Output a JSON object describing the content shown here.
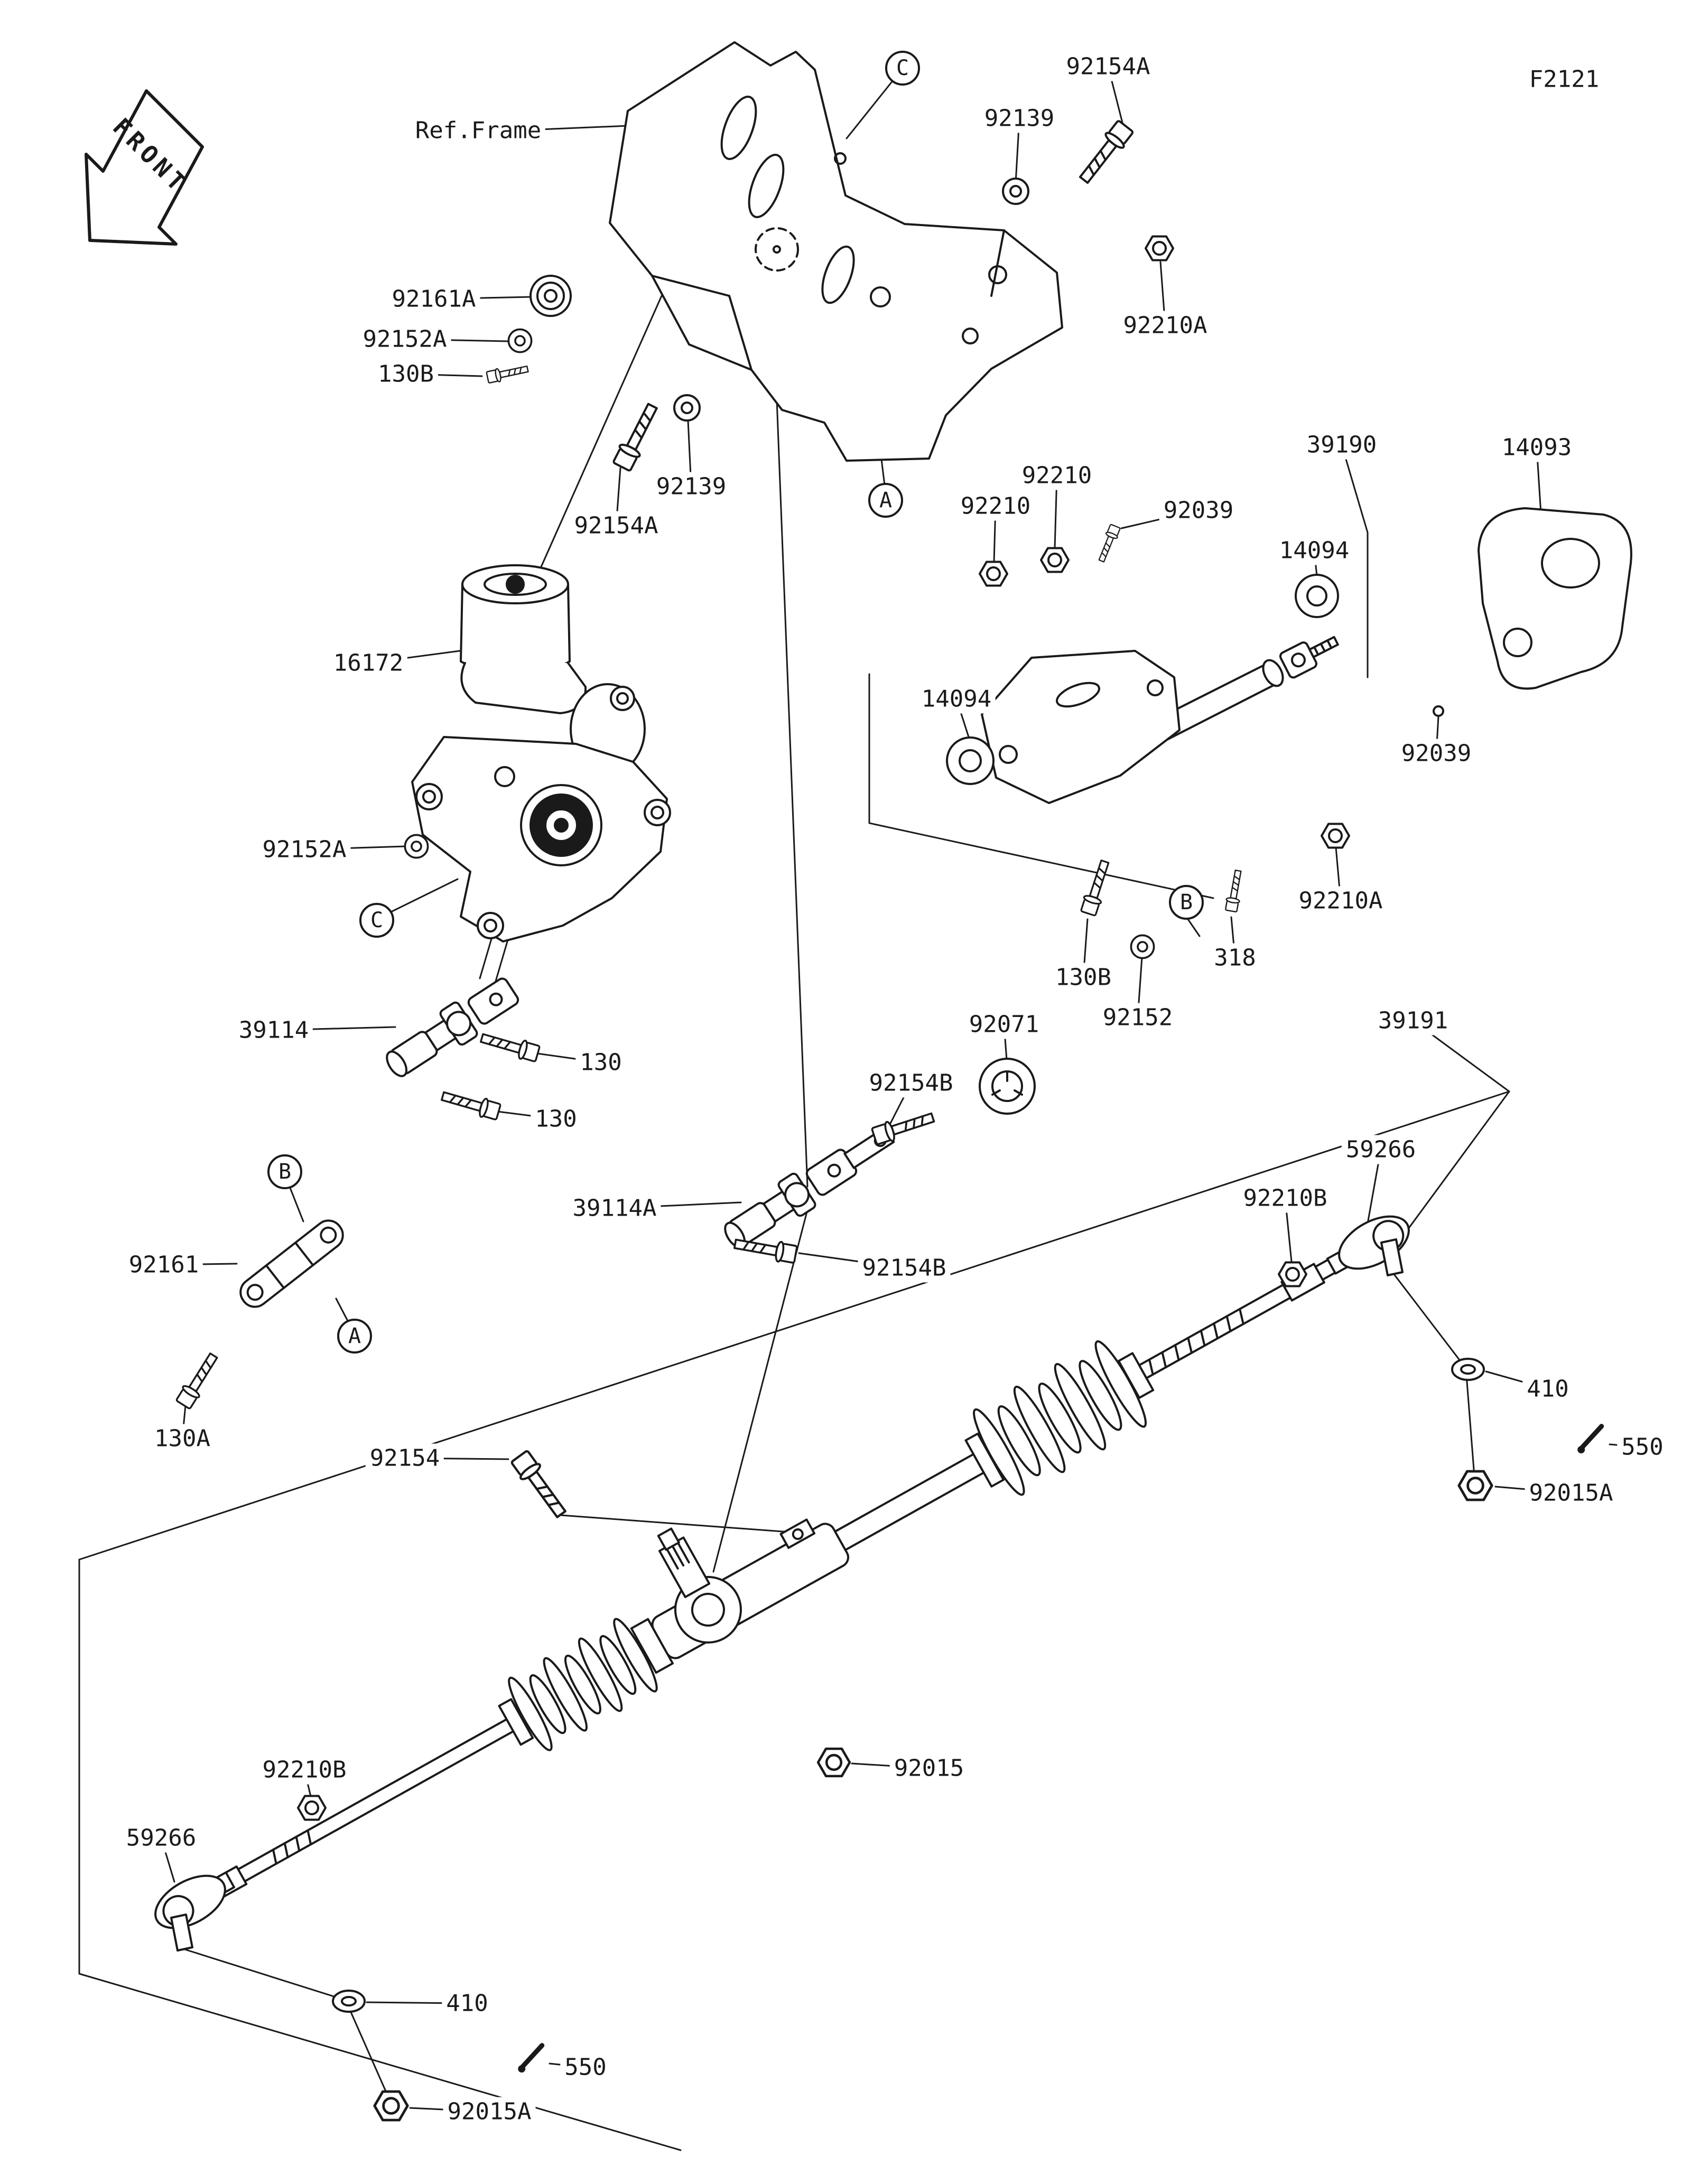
{
  "meta": {
    "page_code": "F2121",
    "front_label": "FRONT"
  },
  "labels": [
    {
      "text": "F2121"
    },
    {
      "text": "92154A"
    },
    {
      "text": "92139"
    },
    {
      "text": "Ref.Frame"
    },
    {
      "text": "92161A"
    },
    {
      "text": "92152A"
    },
    {
      "text": "130B"
    },
    {
      "text": "92210A"
    },
    {
      "text": "92139"
    },
    {
      "text": "92154A"
    },
    {
      "text": "39190"
    },
    {
      "text": "14093"
    },
    {
      "text": "92210"
    },
    {
      "text": "92210"
    },
    {
      "text": "92039"
    },
    {
      "text": "14094"
    },
    {
      "text": "16172"
    },
    {
      "text": "14094"
    },
    {
      "text": "92039"
    },
    {
      "text": "92152A"
    },
    {
      "text": "92210A"
    },
    {
      "text": "130B"
    },
    {
      "text": "318"
    },
    {
      "text": "92152"
    },
    {
      "text": "39114"
    },
    {
      "text": "130"
    },
    {
      "text": "130"
    },
    {
      "text": "92071"
    },
    {
      "text": "92154B"
    },
    {
      "text": "39191"
    },
    {
      "text": "59266"
    },
    {
      "text": "92210B"
    },
    {
      "text": "39114A"
    },
    {
      "text": "92161"
    },
    {
      "text": "92154B"
    },
    {
      "text": "130A"
    },
    {
      "text": "92154"
    },
    {
      "text": "410"
    },
    {
      "text": "550"
    },
    {
      "text": "92015A"
    },
    {
      "text": "92210B"
    },
    {
      "text": "92015"
    },
    {
      "text": "59266"
    },
    {
      "text": "410"
    },
    {
      "text": "550"
    },
    {
      "text": "92015A"
    }
  ],
  "balloons": [
    {
      "letter": "C"
    },
    {
      "letter": "A"
    },
    {
      "letter": "C"
    },
    {
      "letter": "B"
    },
    {
      "letter": "B"
    },
    {
      "letter": "A"
    }
  ]
}
